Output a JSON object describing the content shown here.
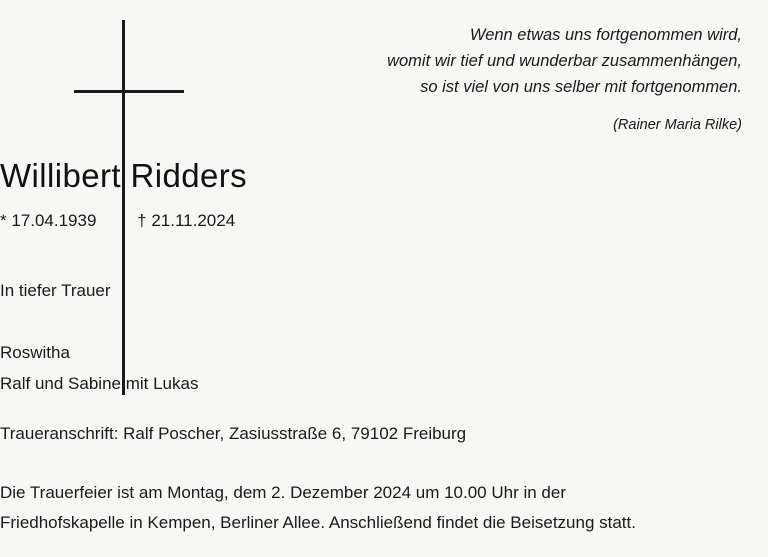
{
  "notice": {
    "quote": {
      "lines": [
        "Wenn etwas uns fortgenommen wird,",
        "womit wir tief und wunderbar zusammenhängen,",
        "so ist viel von uns selber mit fortgenommen."
      ],
      "author": "(Rainer Maria Rilke)"
    },
    "name": "Willibert Ridders",
    "birth_date": "* 17.04.1939",
    "death_date": "† 21.11.2024",
    "mourning_line": "In tiefer Trauer",
    "survivors": [
      "Roswitha",
      "Ralf und Sabine mit Lukas"
    ],
    "address_line": "Traueranschrift: Ralf Poscher, Zasiusstraße 6, 79102 Freiburg",
    "service_lines": [
      "Die Trauerfeier ist am Montag, dem 2. Dezember 2024 um 10.00 Uhr in der",
      "Friedhofskapelle in Kempen, Berliner Allee. Anschließend findet die Beisetzung statt."
    ],
    "symbol": "cross",
    "background_color": "#f7f7f5",
    "text_color": "#1a1a1a"
  }
}
